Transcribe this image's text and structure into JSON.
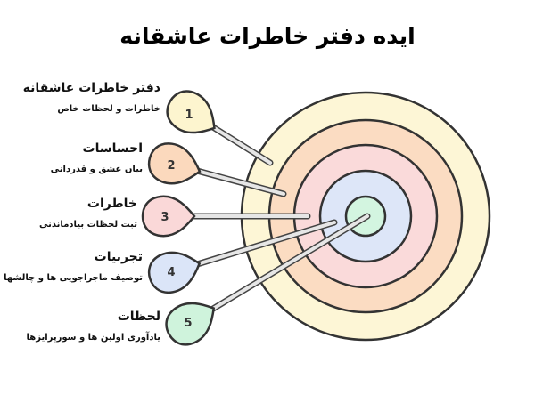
{
  "title": "ایده دفتر خاطرات عاشقانه",
  "items": [
    {
      "number": "1",
      "title": "دفتر خاطرات عاشقانه",
      "subtitle": "خاطرات و لحظات خاص",
      "color": "#fdf5cf"
    },
    {
      "number": "2",
      "title": "احساسات",
      "subtitle": "بیان عشق و قدردانی",
      "color": "#fbd9bd"
    },
    {
      "number": "3",
      "title": "خاطرات",
      "subtitle": "ثبت لحظات بیادماندنی",
      "color": "#fad8d8"
    },
    {
      "number": "4",
      "title": "تجربیات",
      "subtitle": "توصیف ماجراجویی ها و چالشها",
      "color": "#dbe5f8"
    },
    {
      "number": "5",
      "title": "لحظات",
      "subtitle": "یادآوری اولین ها و سورپرایزها",
      "color": "#cff3dc"
    }
  ],
  "target_colors": [
    "#fdf6d6",
    "#fbdcc2",
    "#fadada",
    "#dde6f8",
    "#d3f5e0"
  ]
}
